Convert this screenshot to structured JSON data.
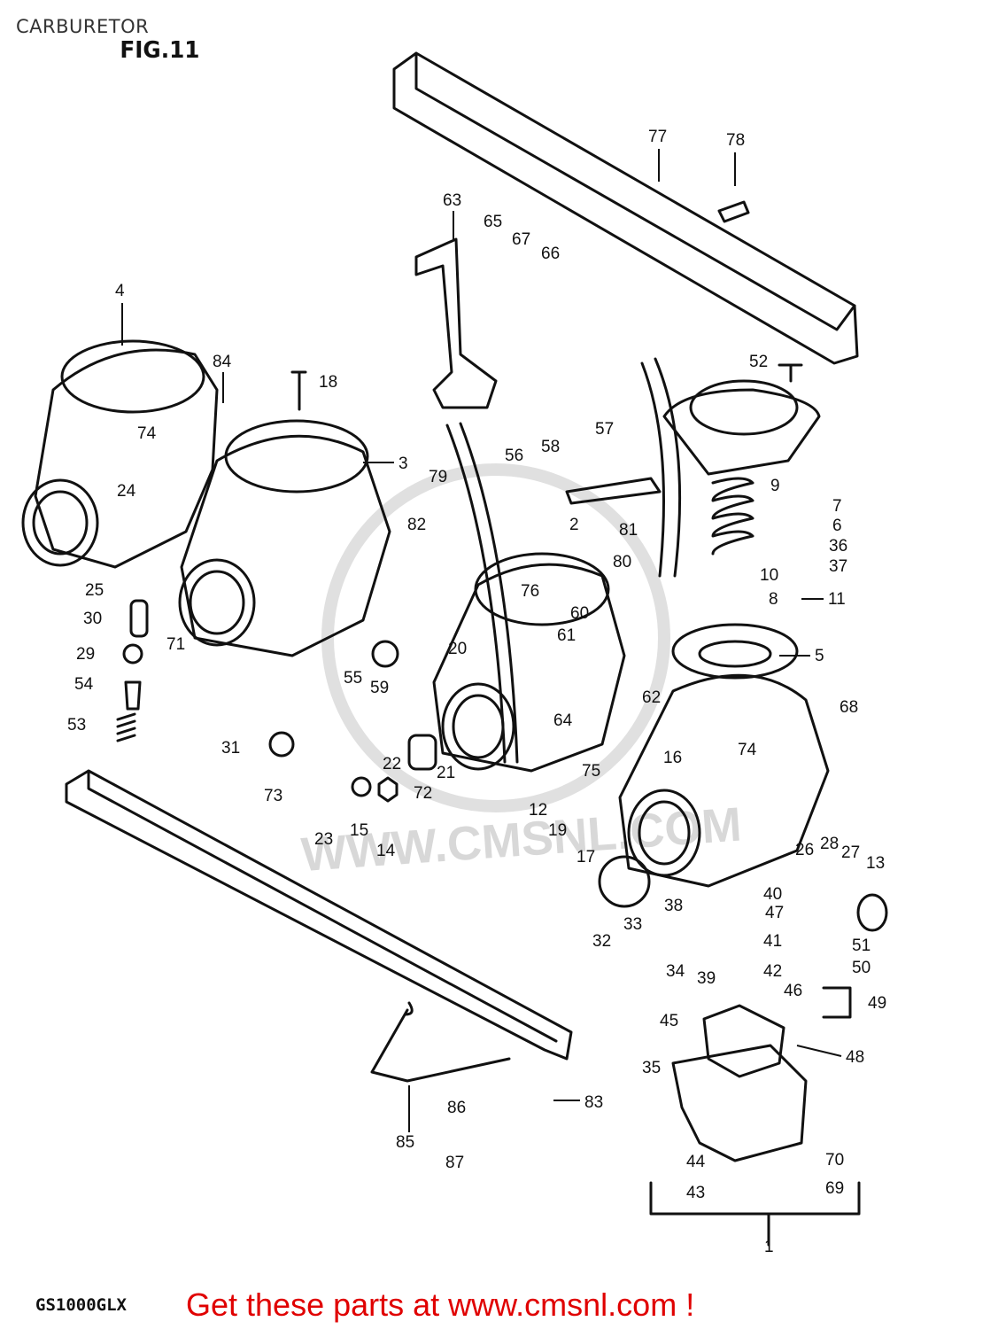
{
  "header": {
    "section_title": "CARBURETOR",
    "figure_label": "FIG.11"
  },
  "footer": {
    "model_code": "GS1000GLX",
    "promo_text": "Get these parts at www.cmsnl.com !"
  },
  "watermark": {
    "text": "WWW.CMSNL.COM"
  },
  "colors": {
    "promo": "#e00000",
    "line": "#111111",
    "watermark": "#d8d8d8"
  },
  "callouts": [
    "77",
    "78",
    "63",
    "65",
    "67",
    "66",
    "4",
    "84",
    "18",
    "52",
    "74",
    "3",
    "79",
    "56",
    "58",
    "57",
    "9",
    "7",
    "6",
    "36",
    "37",
    "24",
    "82",
    "2",
    "81",
    "10",
    "8",
    "11",
    "25",
    "30",
    "71",
    "76",
    "60",
    "80",
    "29",
    "20",
    "61",
    "5",
    "54",
    "55",
    "59",
    "62",
    "68",
    "53",
    "31",
    "64",
    "22",
    "21",
    "74",
    "16",
    "75",
    "73",
    "72",
    "12",
    "19",
    "17",
    "23",
    "15",
    "14",
    "26",
    "28",
    "27",
    "13",
    "40",
    "38",
    "47",
    "33",
    "32",
    "41",
    "51",
    "34",
    "39",
    "42",
    "50",
    "46",
    "49",
    "45",
    "48",
    "35",
    "83",
    "86",
    "85",
    "87",
    "44",
    "70",
    "43",
    "69",
    "1"
  ]
}
